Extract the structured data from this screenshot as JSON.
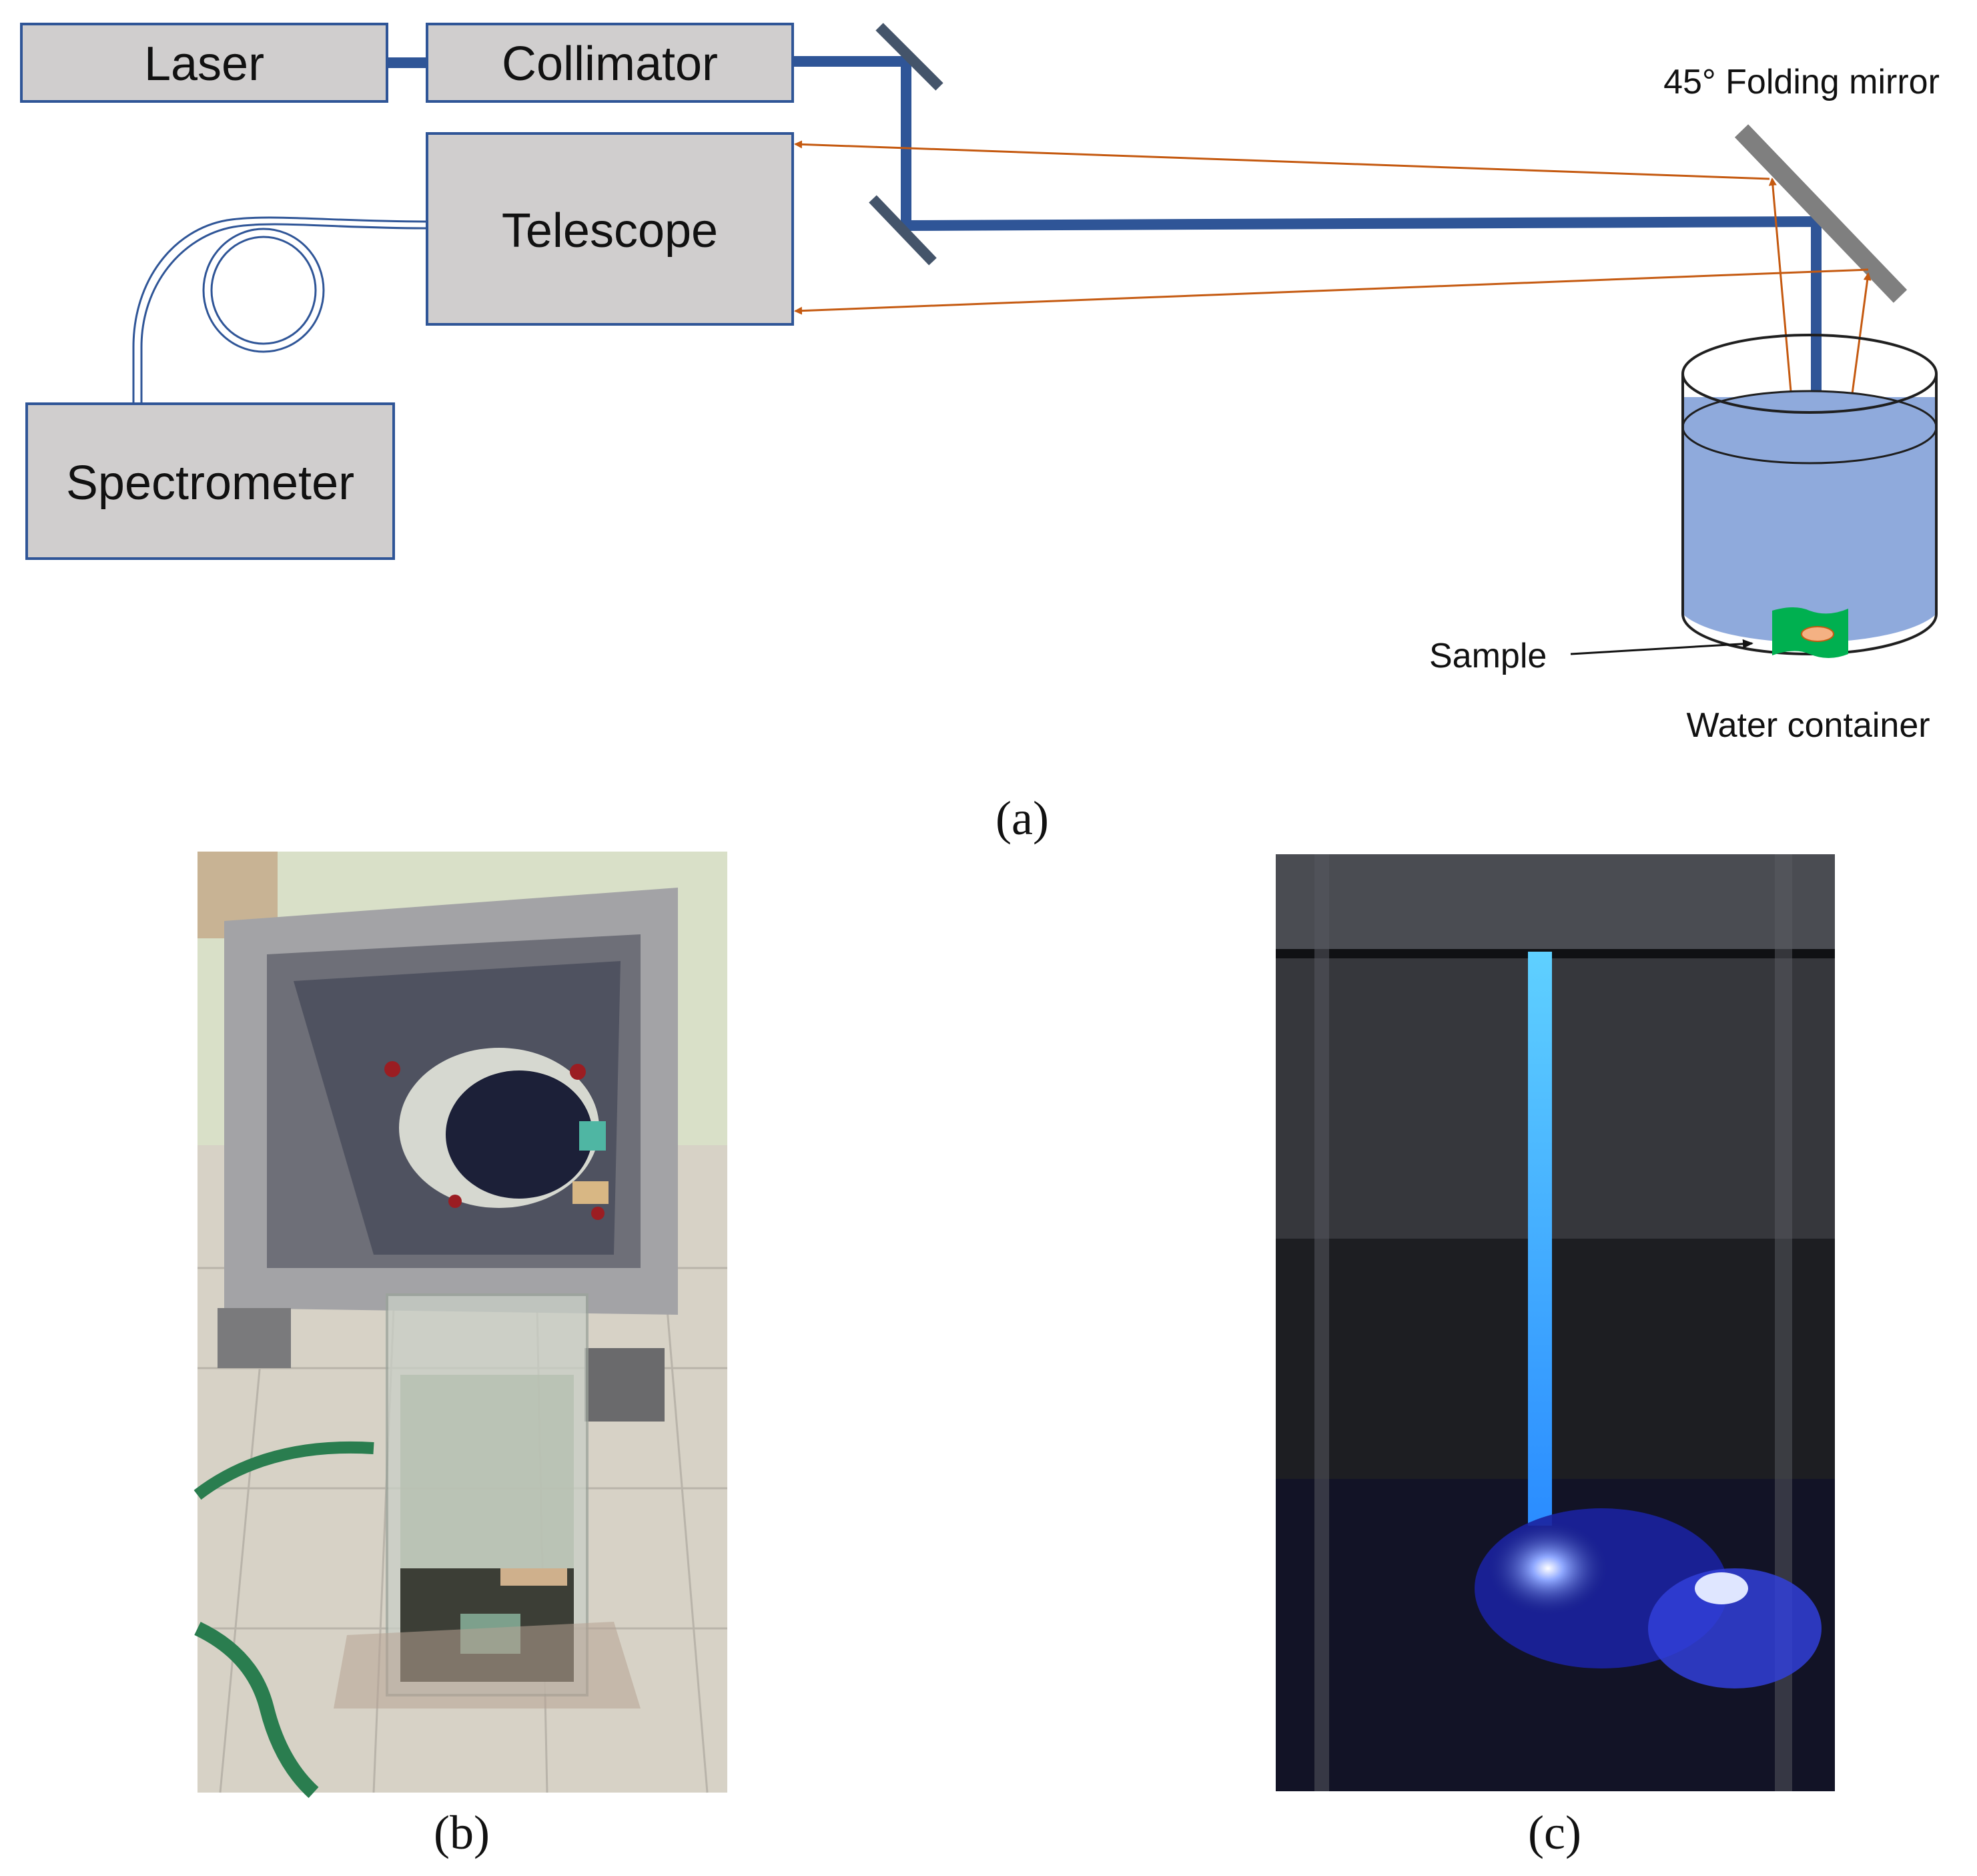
{
  "diagram": {
    "boxes": {
      "laser": "Laser",
      "collimator": "Collimator",
      "telescope": "Telescope",
      "spectrometer": "Spectrometer"
    },
    "labels": {
      "folding_mirror": "45° Folding mirror",
      "sample": "Sample",
      "water_container": "Water container"
    },
    "colors": {
      "box_fill": "#d0cece",
      "box_border": "#2f5597",
      "beam_blue": "#2f5597",
      "return_orange": "#c55a11",
      "mirror_gray": "#7f7f7f",
      "water": "#8faadc",
      "sample_green": "#00b050"
    }
  },
  "captions": {
    "a": "(a)",
    "b": "(b)",
    "c": "(c)"
  }
}
